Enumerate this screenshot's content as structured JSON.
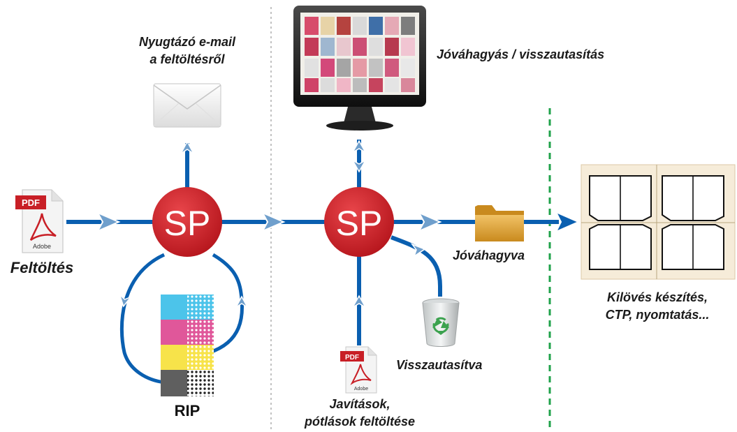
{
  "labels": {
    "upload": "Feltöltés",
    "email_line1": "Nyugtázó e-mail",
    "email_line2": "a feltöltésről",
    "approve_reject": "Jóváhagyás / visszautasítás",
    "approved": "Jóváhagyva",
    "rejected": "Visszautasítva",
    "corrections_line1": "Javítások,",
    "corrections_line2": "pótlások feltöltése",
    "imposition_line1": "Kilövés készítés,",
    "imposition_line2": "CTP, nyomtatás...",
    "rip": "RIP"
  },
  "nodes": {
    "sp_label": "SP"
  },
  "pdf_icon": {
    "tag": "PDF",
    "brand": "Adobe"
  },
  "colors": {
    "flow_line": "#0a5fb0",
    "arrow_head": "#6f9fcc",
    "sp_circle": "#d3242b",
    "green_divider": "#1fa24a",
    "gray_divider": "#a8a8a8",
    "plate_bg": "#f6ecd9"
  },
  "icons": [
    "pdf-document-icon",
    "envelope-icon",
    "monitor-icon",
    "folder-icon",
    "recycle-bin-icon",
    "printing-plate-icon",
    "cmyk-halftone-icon"
  ]
}
